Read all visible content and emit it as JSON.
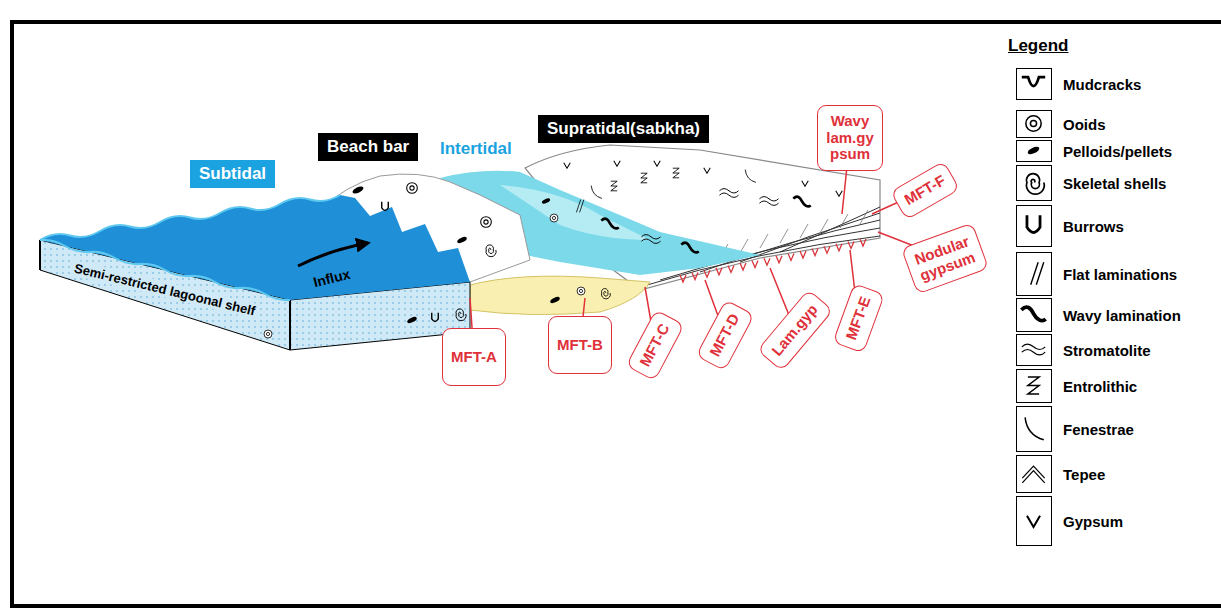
{
  "diagram": {
    "nodes": [
      {
        "text": [
          "Subtidal"
        ]
      },
      {
        "text": [
          "Beach bar"
        ]
      },
      {
        "text": [
          "Supratidal(sabkha)"
        ]
      },
      {
        "text": [
          "Wavy lam.gy psum"
        ]
      },
      {
        "text": [
          "MFT-F"
        ]
      },
      {
        "text": [
          "Nodular gypsum"
        ]
      },
      {
        "text": [
          "MFT-A"
        ]
      },
      {
        "text": [
          "MFT-B"
        ]
      },
      {
        "text": [
          "MFT-C"
        ]
      },
      {
        "text": [
          "MFT-D"
        ]
      },
      {
        "text": [
          "Lam.gyp"
        ]
      },
      {
        "text": [
          "MFT-E"
        ]
      }
    ],
    "labels": [
      "Intertidal",
      "Influx",
      "Semi-restricted lagoonal shelf",
      "Legend"
    ],
    "legend": [
      {
        "text": "Mudcracks"
      },
      {
        "text": "Ooids"
      },
      {
        "text": "Pelloids/pellets"
      },
      {
        "text": "Skeletal shells"
      },
      {
        "text": "Burrows"
      },
      {
        "text": "Flat laminations"
      },
      {
        "text": "Wavy lamination"
      },
      {
        "text": "Stromatolite"
      },
      {
        "text": "Entrolithic"
      },
      {
        "text": "Fenestrae"
      },
      {
        "text": "Tepee"
      },
      {
        "text": "Gypsum"
      }
    ]
  }
}
